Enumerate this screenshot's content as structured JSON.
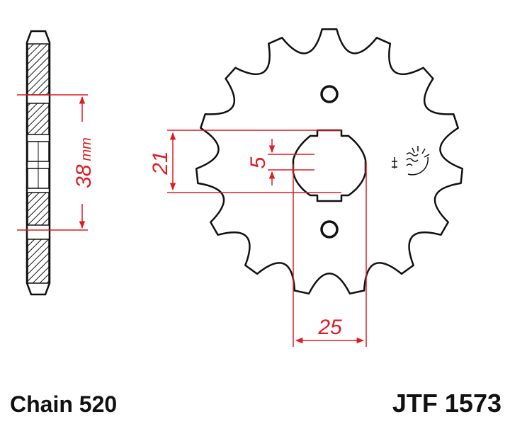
{
  "colors": {
    "outline": "#111111",
    "dimension": "#e01b22",
    "background": "#ffffff"
  },
  "sprocket": {
    "teeth": 15,
    "logo_icon": "sun-over-waves-icon"
  },
  "dimensions": {
    "side_width_value": "38",
    "side_width_unit": "mm",
    "spline_height": "21",
    "key_width": "5",
    "bore_width": "25"
  },
  "labels": {
    "chain": "Chain 520",
    "part_number": "JTF 1573"
  }
}
